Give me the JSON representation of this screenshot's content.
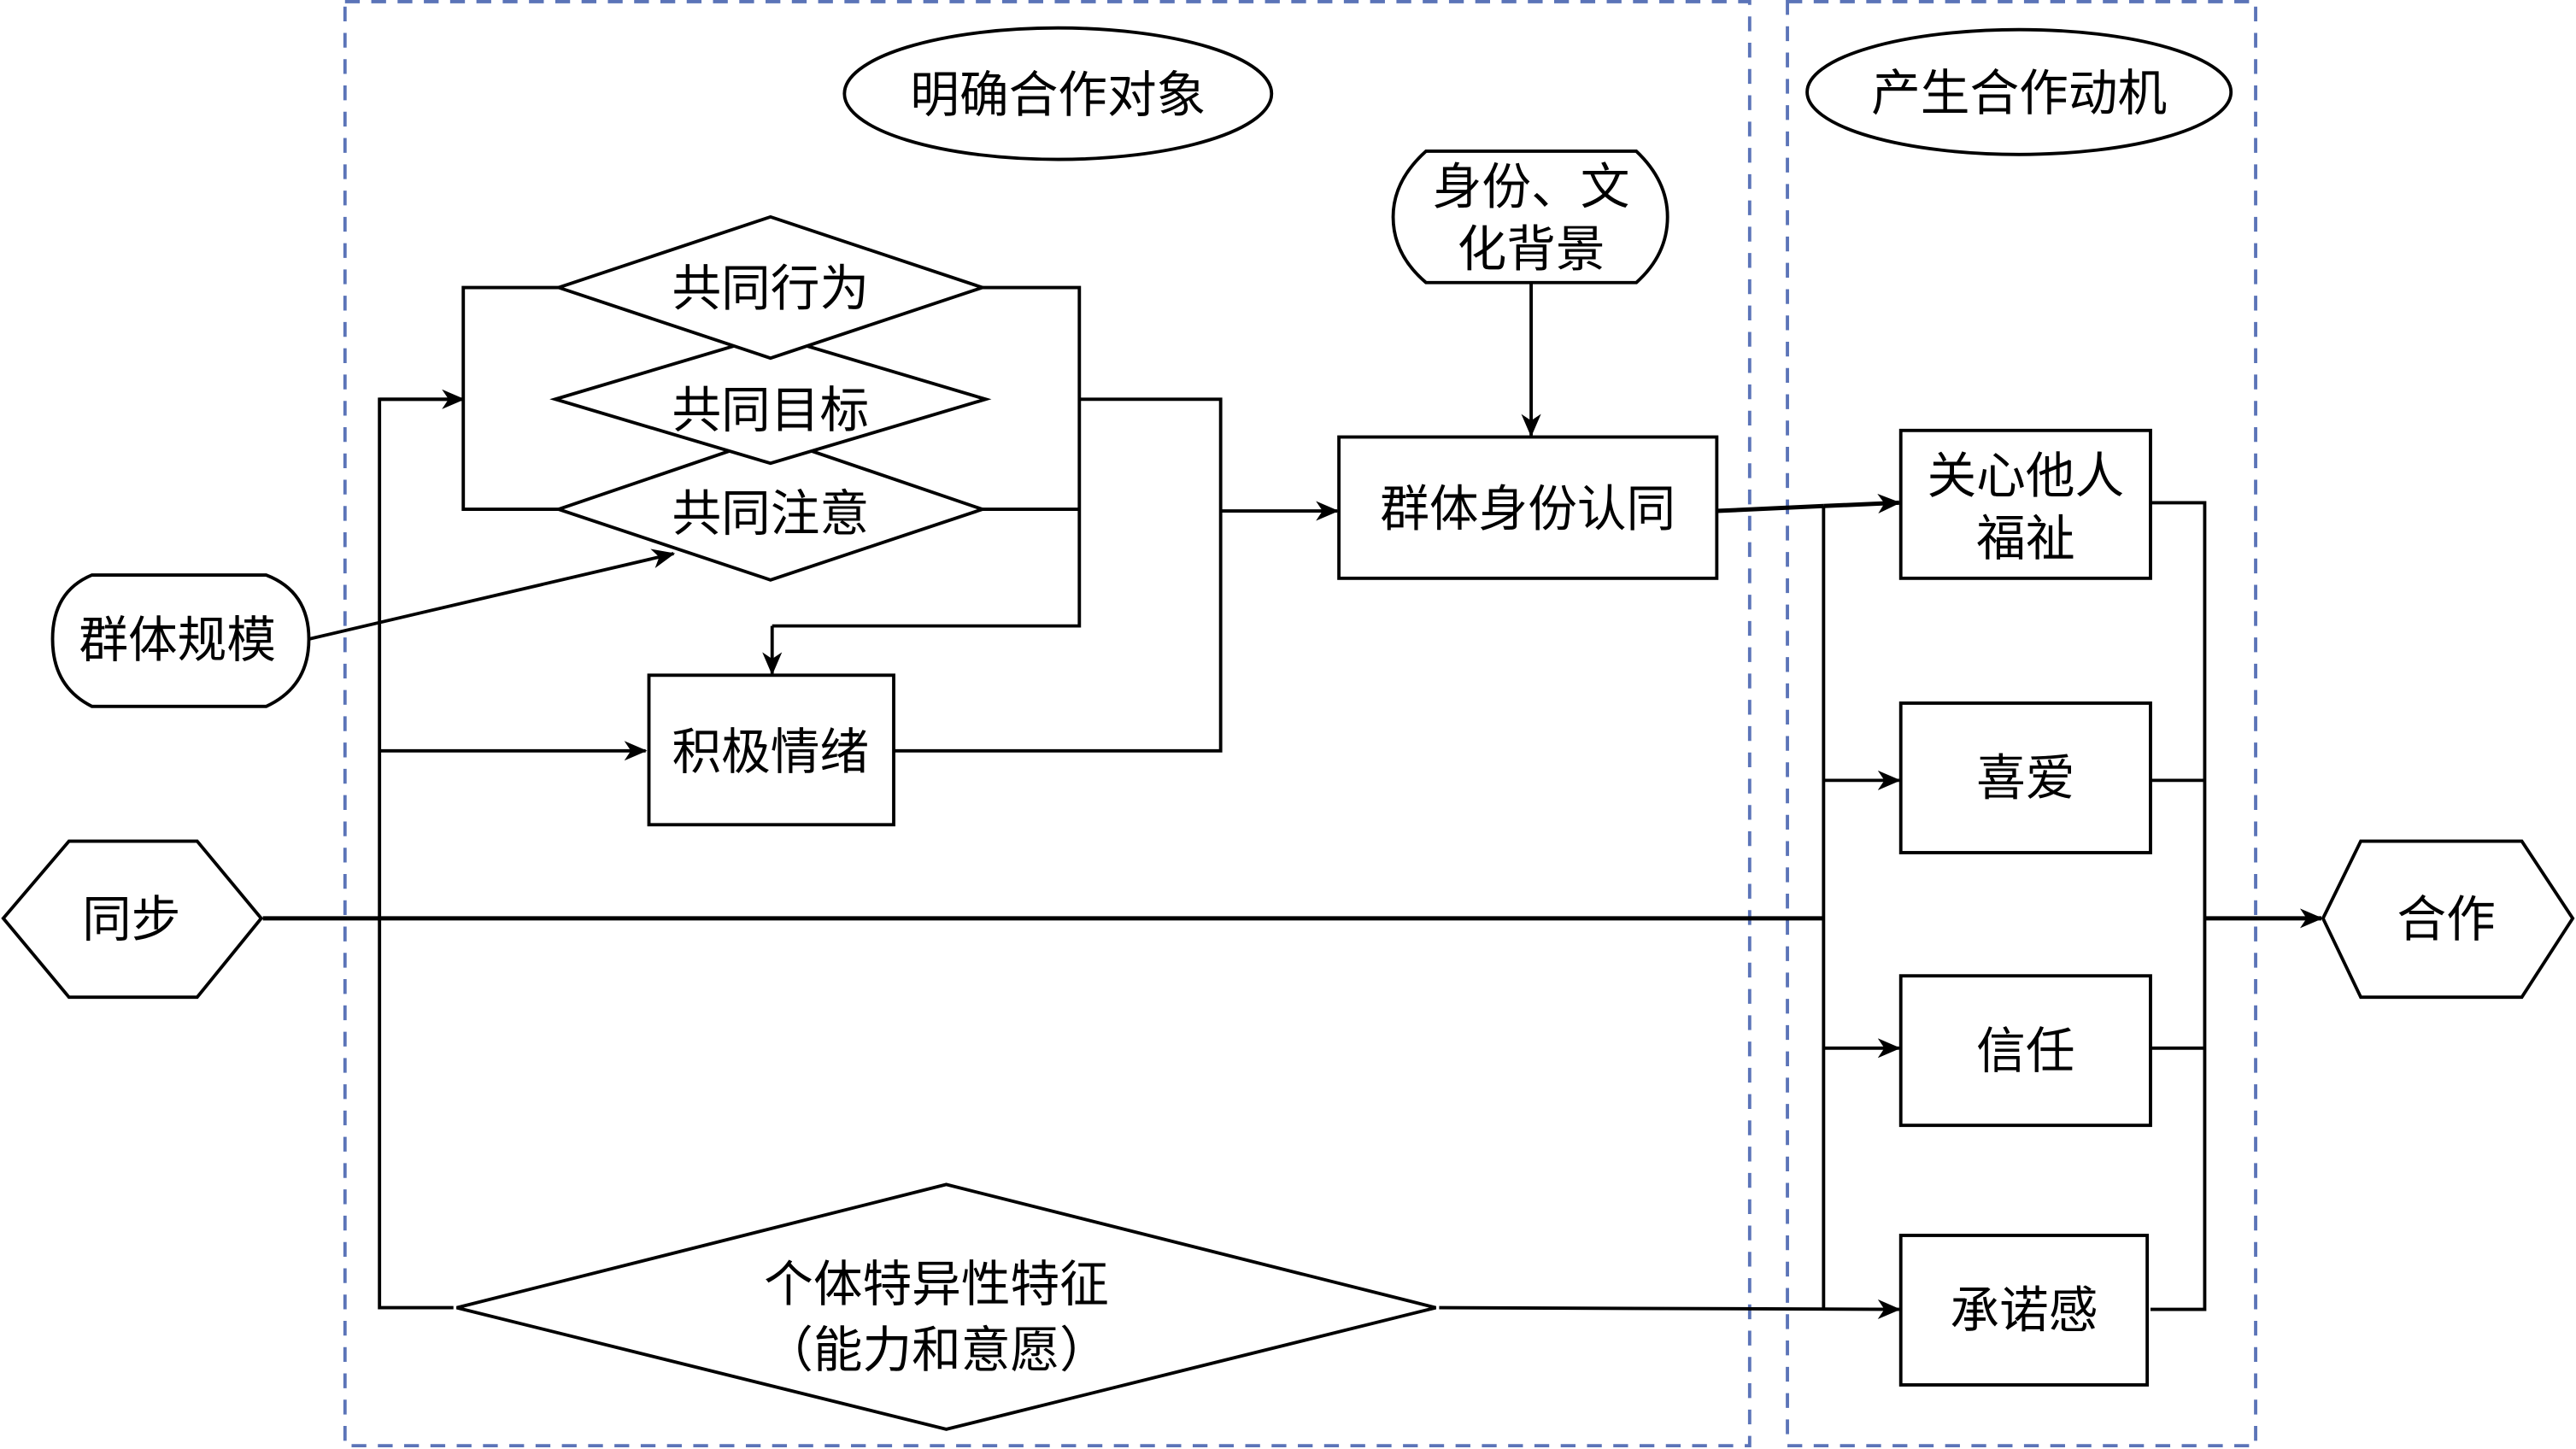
{
  "regions": {
    "identify": "明确合作对象",
    "motivation": "产生合作动机"
  },
  "nodes": {
    "group_size": "群体规模",
    "sync": "同步",
    "shared_behavior": "共同行为",
    "shared_goal": "共同目标",
    "shared_attention": "共同注意",
    "positive_emotion": "积极情绪",
    "identity_culture_l1": "身份、文",
    "identity_culture_l2": "化背景",
    "group_identity": "群体身份认同",
    "individual_l1": "个体特异性特征",
    "individual_l2": "（能力和意愿）",
    "care_l1": "关心他人",
    "care_l2": "福祉",
    "liking": "喜爱",
    "trust": "信任",
    "commitment": "承诺感",
    "cooperation": "合作"
  },
  "colors": {
    "region_border": "#5b74b8",
    "line": "#000000"
  }
}
